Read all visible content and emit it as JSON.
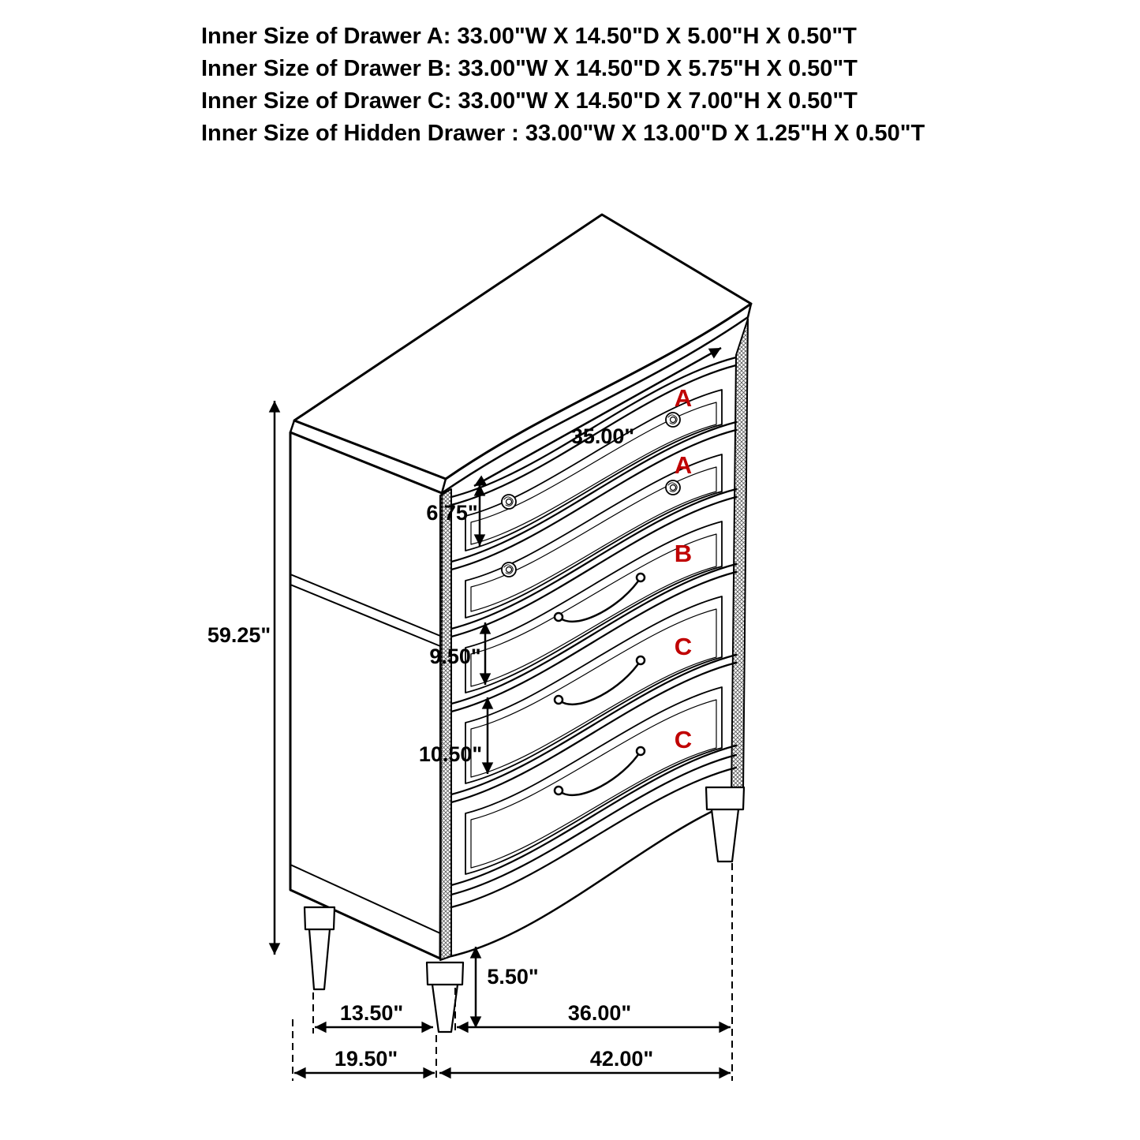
{
  "specs": [
    "Inner Size of Drawer A: 33.00\"W X 14.50\"D X 5.00\"H X 0.50\"T",
    "Inner Size of Drawer B: 33.00\"W X 14.50\"D X 5.75\"H X 0.50\"T",
    "Inner Size of Drawer C: 33.00\"W X 14.50\"D X 7.00\"H X 0.50\"T",
    "Inner Size of Hidden Drawer : 33.00\"W X 13.00\"D X 1.25\"H X 0.50\"T"
  ],
  "drawer_labels": {
    "a1": "A",
    "a2": "A",
    "b": "B",
    "c1": "C",
    "c2": "C"
  },
  "dimensions": {
    "overall_height": "59.25\"",
    "top_front_width": "35.00\"",
    "drawer_a_face_height": "6.75\"",
    "drawer_b_face_height": "9.50\"",
    "drawer_c_face_height": "10.50\"",
    "leg_height": "5.50\"",
    "leg_inset_depth": "13.50\"",
    "front_leg_span": "36.00\"",
    "overall_depth": "19.50\"",
    "overall_width": "42.00\""
  },
  "colors": {
    "line": "#000000",
    "drawer_label_red": "#c00000",
    "background": "#ffffff"
  }
}
